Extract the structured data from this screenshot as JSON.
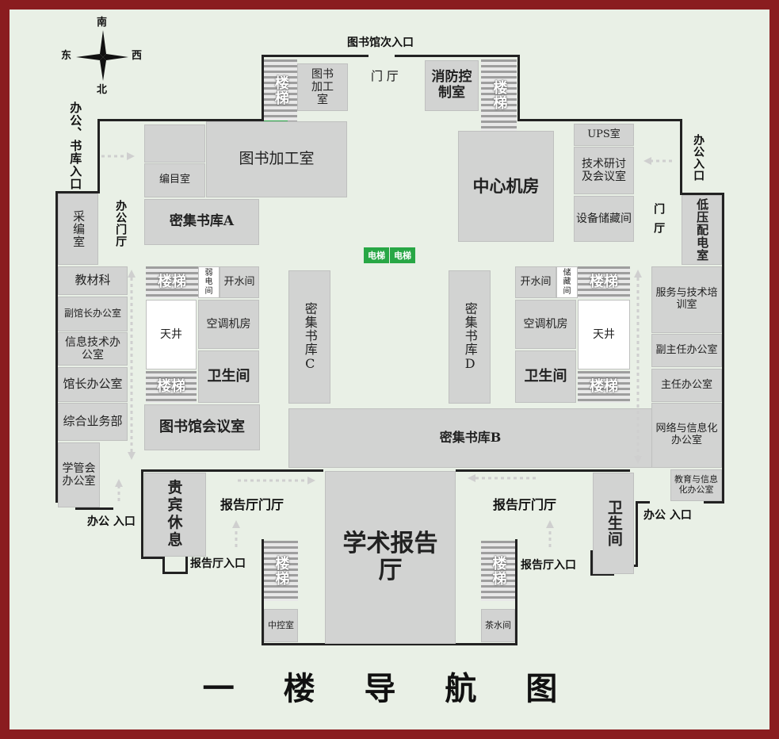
{
  "compass": {
    "south": "南",
    "north": "北",
    "east": "东",
    "west": "西"
  },
  "title": "一 楼 导 航 图",
  "entrances": {
    "library_secondary": "图书馆次入口",
    "office_storage": "办公、书库入口",
    "office_right": "办公入口",
    "office_bottom_left": "办公 入口",
    "office_bottom_right": "办公 入口",
    "hall_left": "报告厅入口",
    "hall_right": "报告厅入口"
  },
  "halls": {
    "top_hall": "门 厅",
    "office_hall_left": "办公门厅",
    "office_hall_right": "门厅",
    "report_hall_left": "报告厅门厅",
    "report_hall_right": "报告厅门厅"
  },
  "stairs_label": "楼梯",
  "elevator_label": "电梯",
  "rooms": {
    "book_processing_small": "图书加工室",
    "fire_control": "消防控制室",
    "book_processing": "图书加工室",
    "cataloging": "编目室",
    "dense_stack_a": "密集书库A",
    "center_machine": "中心机房",
    "ups": "UPS室",
    "tech_meeting": "技术研讨及会议室",
    "equipment_storage": "设备储藏间",
    "low_voltage": "低压配电室",
    "acquisition": "采编室",
    "textbook": "教材科",
    "deputy_director": "副馆长办公室",
    "info_tech": "信息技术办公室",
    "director": "馆长办公室",
    "general_affairs": "综合业务部",
    "academic_council": "学管会办公室",
    "weak_current": "弱电间",
    "boiler_left": "开水间",
    "atrium_left": "天井",
    "ac_left": "空调机房",
    "restroom_left": "卫生间",
    "library_meeting": "图书馆会议室",
    "dense_stack_c": "密集书库C",
    "dense_stack_d": "密集书库D",
    "boiler_right": "开水间",
    "storage_small": "储藏间",
    "ac_right": "空调机房",
    "atrium_right": "天井",
    "restroom_right": "卫生间",
    "service_training": "服务与技术培训室",
    "deputy_office": "副主任办公室",
    "director_office": "主任办公室",
    "network_office": "网络与信息化办公室",
    "education_office": "教育与信息化办公室",
    "dense_stack_b": "密集书库B",
    "vip_lounge": "贵宾休息",
    "academic_hall": "学术报告厅",
    "central_control": "中控室",
    "tea_room": "茶水间",
    "restroom_bottom": "卫生间"
  }
}
